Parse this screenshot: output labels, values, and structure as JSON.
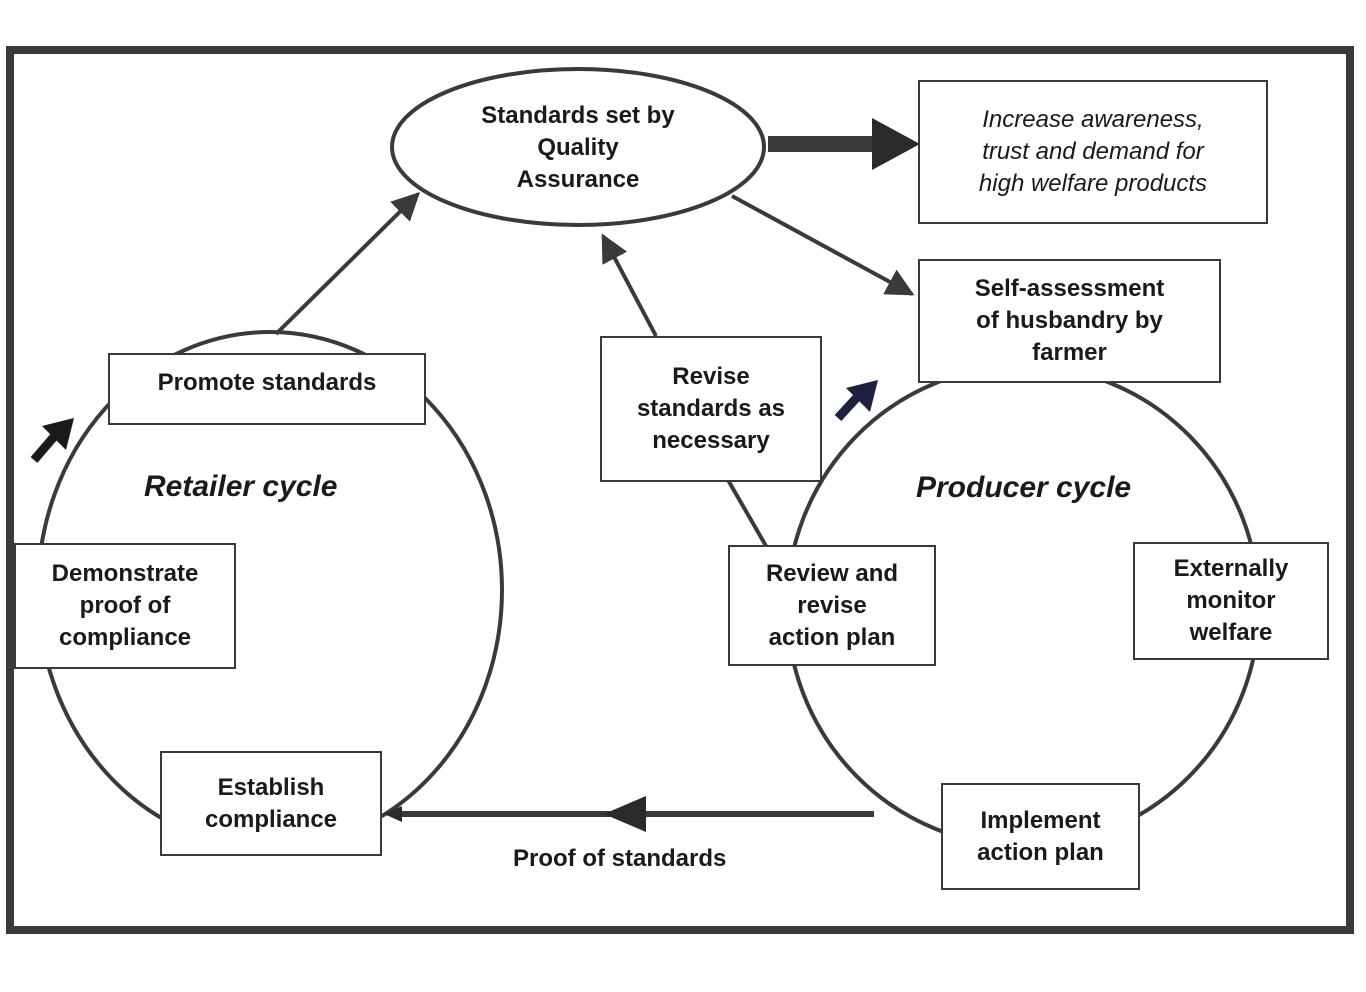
{
  "nodes": {
    "qa_standards": "Standards set by\nQuality\nAssurance",
    "increase_awareness": "Increase awareness,\ntrust and demand for\nhigh welfare products",
    "self_assessment": "Self-assessment\nof husbandry by\nfarmer",
    "promote_standards": "Promote standards",
    "revise_standards": "Revise\nstandards as\nnecessary",
    "demonstrate_proof": "Demonstrate\nproof of\ncompliance",
    "review_action_plan": "Review and\nrevise\naction plan",
    "externally_monitor": "Externally\nmonitor\nwelfare",
    "establish_compliance": "Establish\ncompliance",
    "implement_action_plan": "Implement\naction plan"
  },
  "cycles": {
    "retailer": "Retailer cycle",
    "producer": "Producer cycle"
  },
  "edges": {
    "proof_of_standards": "Proof of standards"
  },
  "colors": {
    "ink": "#3a3a3a",
    "arrowhead_dark": "#2a2a2a",
    "arrowhead_navy": "#1e2040"
  }
}
